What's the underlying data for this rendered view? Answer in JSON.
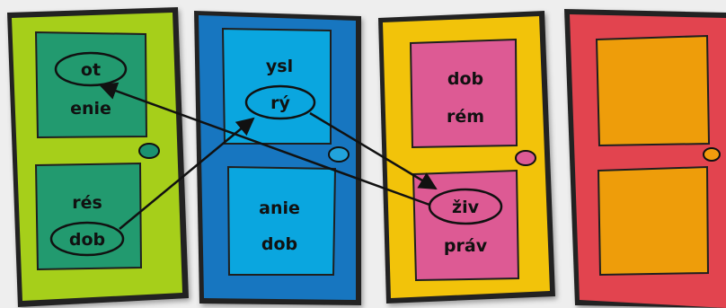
{
  "doors": [
    {
      "color": "#a6cf1a",
      "panel_color": "#229a6f",
      "knob_color": "#1a9270",
      "top_panel": [
        "ot",
        "enie"
      ],
      "bottom_panel": [
        "rés",
        "dob"
      ]
    },
    {
      "color": "#1776c0",
      "panel_color": "#0aa6df",
      "knob_color": "#21a3db",
      "top_panel": [
        "ysl",
        "rý"
      ],
      "bottom_panel": [
        "anie",
        "dob"
      ]
    },
    {
      "color": "#f2c30a",
      "panel_color": "#dd5a94",
      "knob_color": "#dc5b95",
      "top_panel": [
        "dob",
        "rém"
      ],
      "bottom_panel": [
        "živ",
        "práv"
      ]
    },
    {
      "color": "#e2444f",
      "panel_color": "#ee9d0a",
      "knob_color": "#f29c0d",
      "top_panel": [],
      "bottom_panel": []
    }
  ],
  "circled_syllables": [
    "ot",
    "dob",
    "rý",
    "živ"
  ],
  "arrow_color": "#111111"
}
